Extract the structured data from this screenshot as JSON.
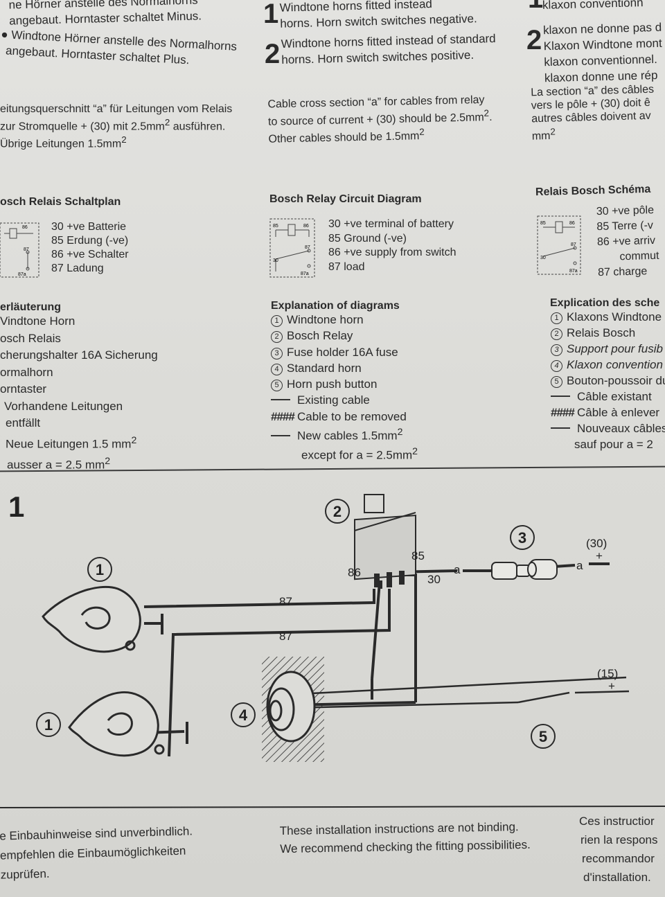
{
  "top_notes": {
    "de_line1": "ne Hörner anstelle des Normalhorns",
    "de_line2": "angebaut. Horntaster schaltet Minus.",
    "en_num1": "1",
    "en_line1": "Windtone horns fitted instead",
    "en_line2": "horns. Horn switch switches negative.",
    "fr_num1": "1",
    "fr_line1": "klaxon conventionn"
  },
  "second_notes": {
    "de_line1": "Windtone Hörner anstelle des Normalhorns",
    "de_line2": "angebaut. Horntaster schaltet Plus.",
    "en_num": "2",
    "en_line1": "Windtone horns fitted instead of standard",
    "en_line2": "horns. Horn switch switches positive.",
    "fr_num": "2",
    "fr_line1": "klaxon ne donne pas d",
    "fr_line2": "Klaxon Windtone mont",
    "fr_line3": "klaxon conventionnel.",
    "fr_line4": "klaxon donne une rép"
  },
  "cable_notes": {
    "de_line1": "eitungsquerschnitt “a” für Leitungen vom Relais",
    "de_line2": "zur Stromquelle + (30) mit 2.5mm",
    "de_line2b": " ausführen.",
    "de_line3": "Übrige Leitungen 1.5mm",
    "en_line1": "Cable cross section “a” for cables from relay",
    "en_line2": "to source of current + (30) should be 2.5mm",
    "en_line3": "Other cables should be 1.5mm",
    "fr_line1": "La section “a” des câbles",
    "fr_line2": "vers le pôle + (30) doit ê",
    "fr_line3": "autres câbles doivent av",
    "fr_line4": "mm",
    "sup2": "2"
  },
  "relay_sections": {
    "de": {
      "title": "osch Relais Schaltplan",
      "rows": [
        "30  +ve Batterie",
        "85  Erdung (-ve)",
        "86  +ve Schalter",
        "87  Ladung"
      ]
    },
    "en": {
      "title": "Bosch Relay Circuit Diagram",
      "rows": [
        "30  +ve terminal of battery",
        "85  Ground (-ve)",
        "86  +ve supply from switch",
        "87  load"
      ]
    },
    "fr": {
      "title": "Relais Bosch Schéma",
      "rows": [
        "30 +ve pôle",
        "85 Terre (-v",
        "86 +ve arriv",
        "commut",
        "87 charge"
      ]
    },
    "mini_labels": [
      "85",
      "86",
      "87",
      "30",
      "87a"
    ]
  },
  "explanations": {
    "de": {
      "title": "erläuterung",
      "items": [
        "Vindtone Horn",
        "osch Relais",
        "cherungshalter 16A Sicherung",
        "ormalhorn",
        "orntaster"
      ],
      "legend": [
        "Vorhandene Leitungen",
        "entfällt",
        "Neue Leitungen 1.5 mm",
        "ausser a = 2.5 mm"
      ]
    },
    "en": {
      "title": "Explanation of diagrams",
      "items": [
        "Windtone horn",
        "Bosch Relay",
        "Fuse holder 16A fuse",
        "Standard horn",
        "Horn push button"
      ],
      "legend": [
        "Existing cable",
        "Cable to be removed",
        "New cables 1.5mm",
        "except for a = 2.5mm"
      ]
    },
    "fr": {
      "title": "Explication des sche",
      "items": [
        "Klaxons Windtone",
        "Relais Bosch",
        "Support pour fusib",
        "Klaxon convention",
        "Bouton-poussoir du"
      ],
      "legend": [
        "Câble existant",
        "Câble à enlever",
        "Nouveaux câbles",
        "sauf pour a = 2"
      ]
    },
    "numbers": [
      "1",
      "2",
      "3",
      "4",
      "5"
    ],
    "hash_symbol": "####",
    "sup2": "2"
  },
  "diagram": {
    "figure_number": "1",
    "callouts": [
      "1",
      "2",
      "3",
      "4",
      "5"
    ],
    "terminal_labels": [
      "87",
      "87",
      "86",
      "85",
      "30",
      "a",
      "a"
    ],
    "supply_30": "(30)",
    "supply_15": "(15)",
    "plus": "+"
  },
  "footer": {
    "de_line1": "e Einbauhinweise sind unverbindlich.",
    "de_line2": "empfehlen die Einbaumöglichkeiten",
    "de_line3": "zuprüfen.",
    "en_line1": "These installation instructions are not binding.",
    "en_line2": "We recommend checking the fitting possibilities.",
    "fr_line1": "Ces instructior",
    "fr_line2": "rien la respons",
    "fr_line3": "recommandor",
    "fr_line4": "d'installation."
  }
}
